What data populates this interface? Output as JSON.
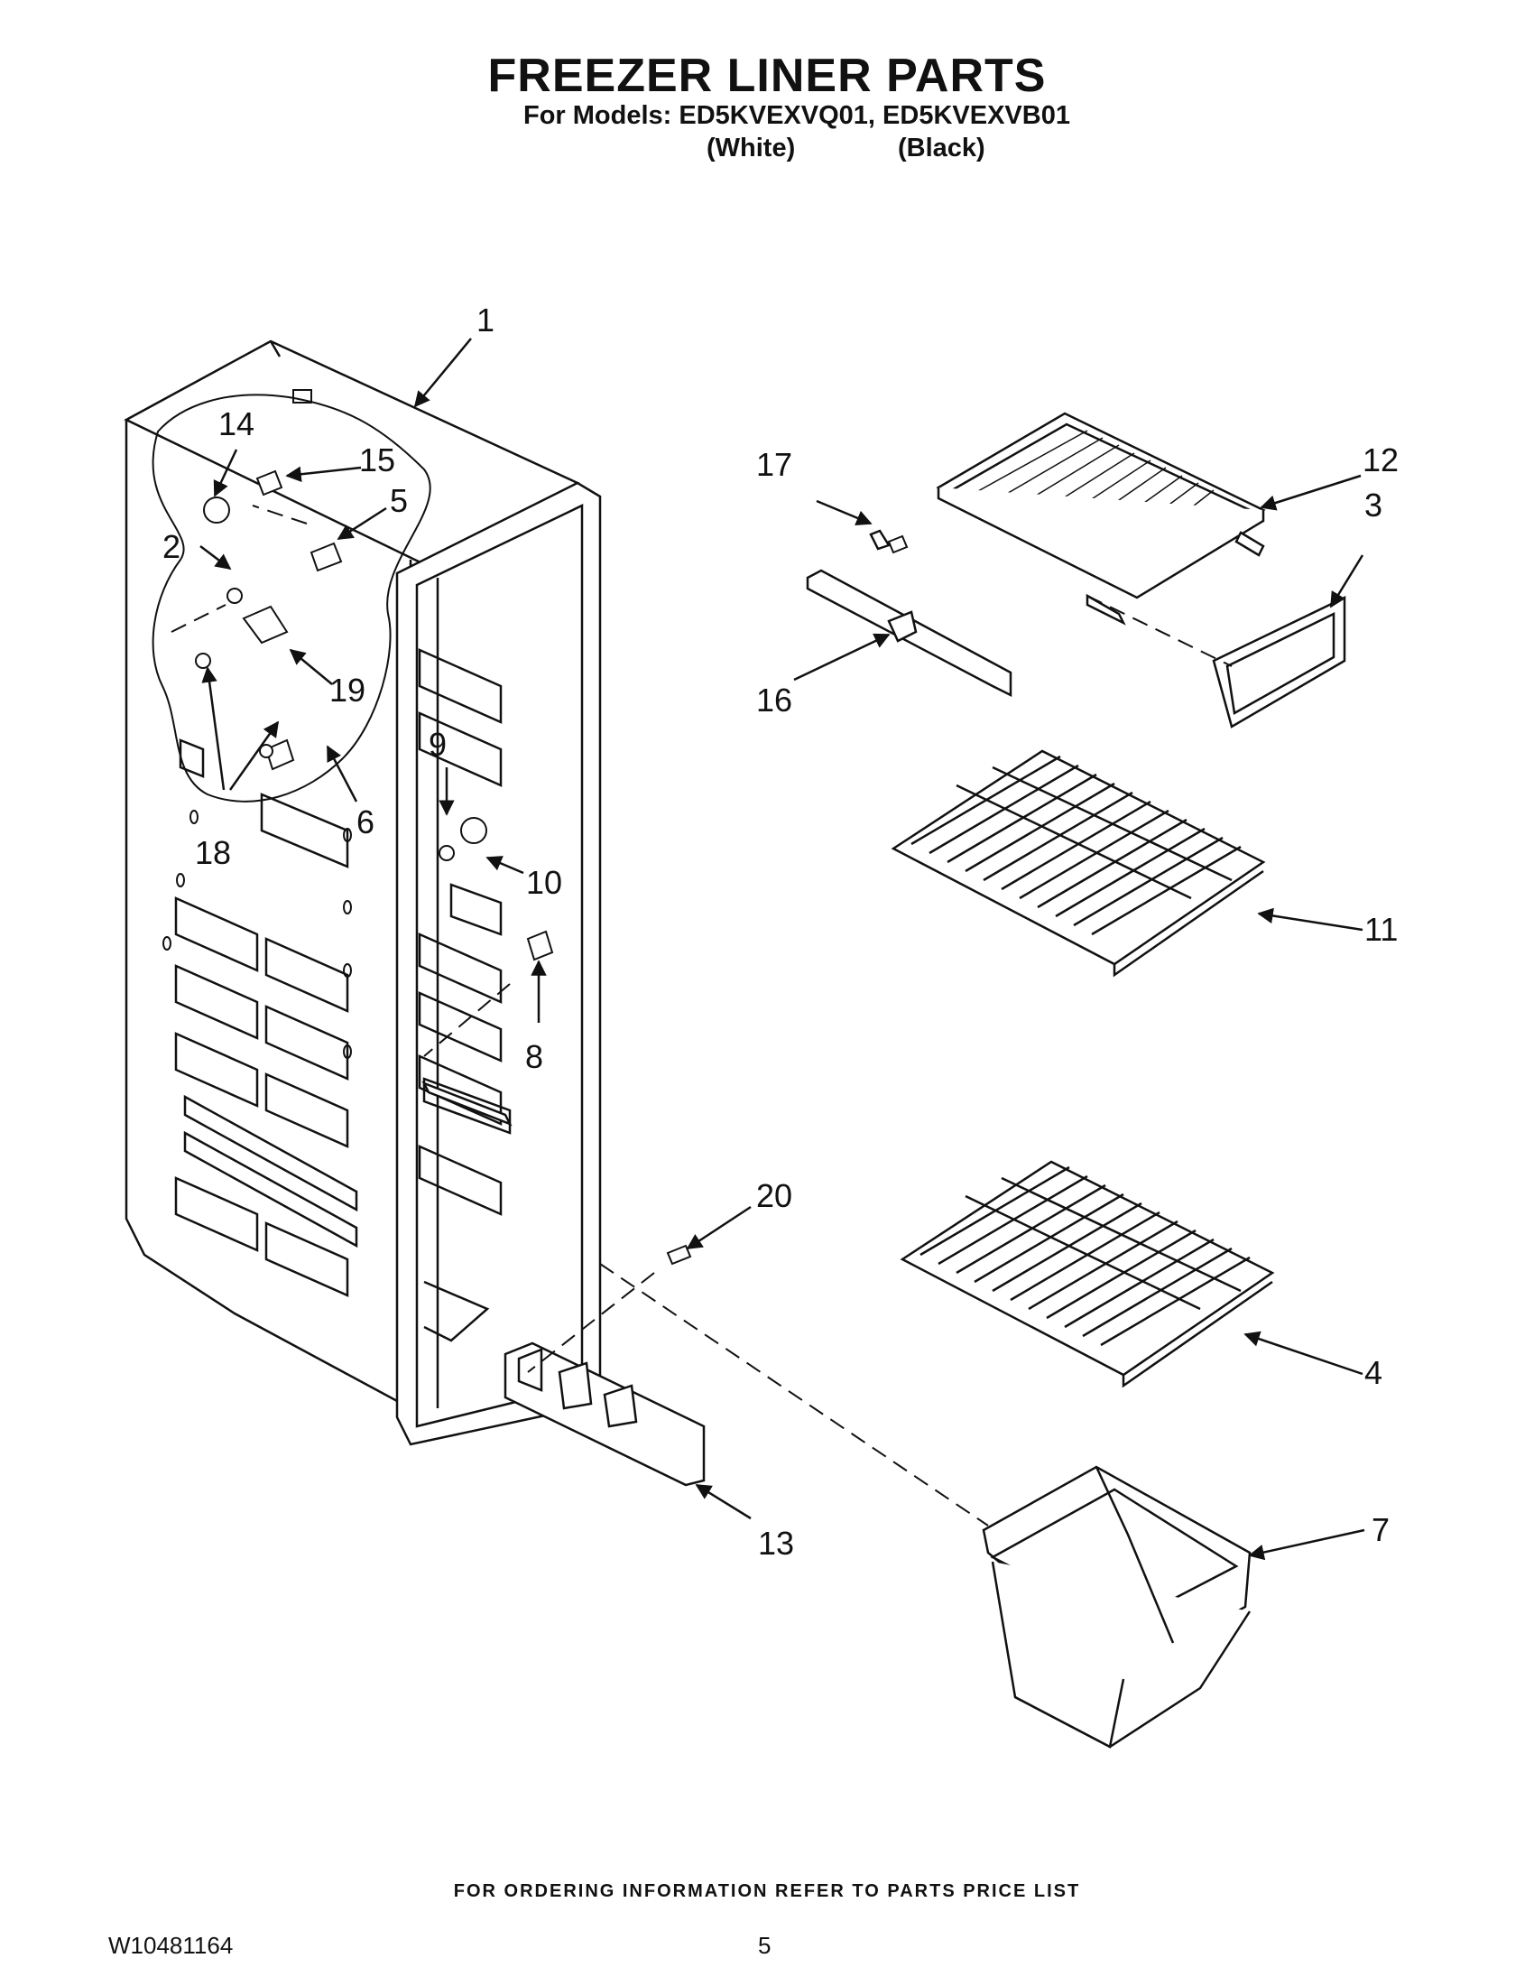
{
  "header": {
    "title": "FREEZER LINER PARTS",
    "models": "For Models: ED5KVEXVQ01, ED5KVEXVB01",
    "variant_1": "(White)",
    "variant_2": "(Black)"
  },
  "callouts": [
    "1",
    "2",
    "3",
    "4",
    "5",
    "6",
    "7",
    "8",
    "9",
    "10",
    "11",
    "12",
    "13",
    "14",
    "15",
    "16",
    "17",
    "18",
    "19",
    "20"
  ],
  "footer": {
    "ordering_note": "FOR ORDERING INFORMATION REFER TO PARTS PRICE LIST",
    "document_number": "W10481164",
    "page_number": "5"
  }
}
